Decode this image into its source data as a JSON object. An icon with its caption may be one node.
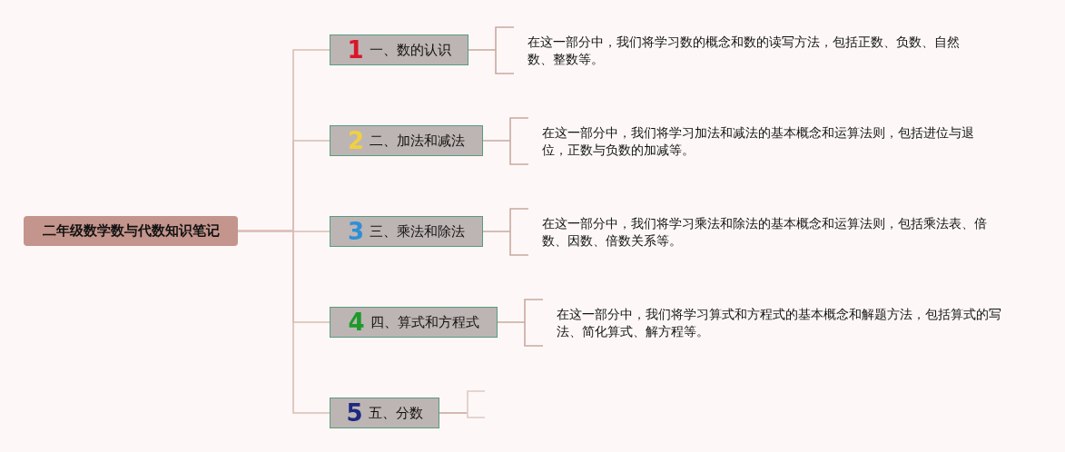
{
  "diagram": {
    "nodes": [
      {
        "text": [
          "二年级数学数与代数知识笔记"
        ]
      },
      {
        "text": [
          "1",
          "一、数的认识"
        ]
      },
      {
        "text": [
          "2",
          "二、加法和减法"
        ]
      },
      {
        "text": [
          "3",
          "三、乘法和除法"
        ]
      },
      {
        "text": [
          "4",
          "四、算式和方程式"
        ]
      },
      {
        "text": [
          "5",
          "五、分数"
        ]
      },
      {
        "text": [
          "在这一部分中，我们将学习数的概念和数的读写方法，包括正数、负数、自然数、整数等。"
        ]
      },
      {
        "text": [
          "在这一部分中，我们将学习加法和减法的基本概念和运算法则，包括进位与退位，正数与负数的加减等。"
        ]
      },
      {
        "text": [
          "在这一部分中，我们将学习乘法和除法的基本概念和运算法则，包括乘法表、倍数、因数、倍数关系等。"
        ]
      },
      {
        "text": [
          "在这一部分中，我们将学习算式和方程式的基本概念和解题方法，包括算式的写法、简化算式、解方程等。"
        ]
      },
      {
        "text": [],
        "shape": "bracket"
      }
    ],
    "edges": [
      {
        "from": 0,
        "to": 1,
        "arrow": "none"
      },
      {
        "from": 0,
        "to": 2,
        "arrow": "none"
      },
      {
        "from": 0,
        "to": 3,
        "arrow": "none"
      },
      {
        "from": 0,
        "to": 4,
        "arrow": "none"
      },
      {
        "from": 0,
        "to": 5,
        "arrow": "none"
      },
      {
        "from": 1,
        "to": 6,
        "arrow": "none"
      },
      {
        "from": 2,
        "to": 7,
        "arrow": "none"
      },
      {
        "from": 3,
        "to": 8,
        "arrow": "none"
      },
      {
        "from": 4,
        "to": 9,
        "arrow": "none"
      },
      {
        "from": 5,
        "to": 10,
        "arrow": "none"
      }
    ]
  }
}
